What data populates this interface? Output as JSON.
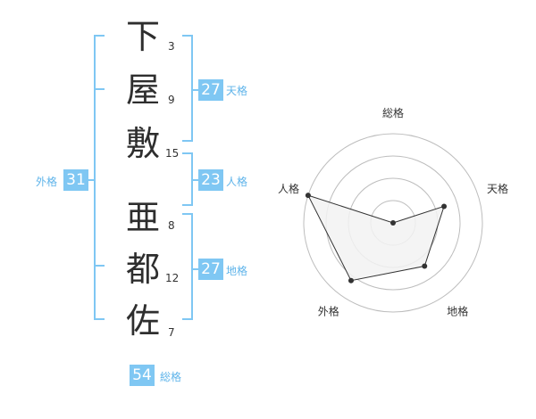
{
  "name": {
    "characters": [
      {
        "char": "下",
        "strokes": "3"
      },
      {
        "char": "屋",
        "strokes": "9"
      },
      {
        "char": "敷",
        "strokes": "15"
      },
      {
        "char": "亜",
        "strokes": "8"
      },
      {
        "char": "都",
        "strokes": "12"
      },
      {
        "char": "佐",
        "strokes": "7"
      }
    ]
  },
  "fortunes": {
    "tenkaku": {
      "value": "27",
      "label": "天格"
    },
    "jinkaku": {
      "value": "23",
      "label": "人格"
    },
    "chikaku": {
      "value": "27",
      "label": "地格"
    },
    "gaikaku": {
      "value": "31",
      "label": "外格"
    },
    "soukaku": {
      "value": "54",
      "label": "総格"
    }
  },
  "chart_data": {
    "type": "radar",
    "axes": [
      "総格",
      "天格",
      "地格",
      "外格",
      "人格"
    ],
    "values": [
      0.0,
      0.6,
      0.6,
      0.8,
      1.0
    ],
    "range": [
      0,
      1
    ],
    "rings": 4
  },
  "colors": {
    "bracket": "#7fc7f3",
    "badge": "#7fc7f3",
    "label": "#5fb4ea",
    "grid": "#bdbdbd",
    "polygon_fill": "#f2f2f2",
    "polygon_stroke": "#333333"
  }
}
